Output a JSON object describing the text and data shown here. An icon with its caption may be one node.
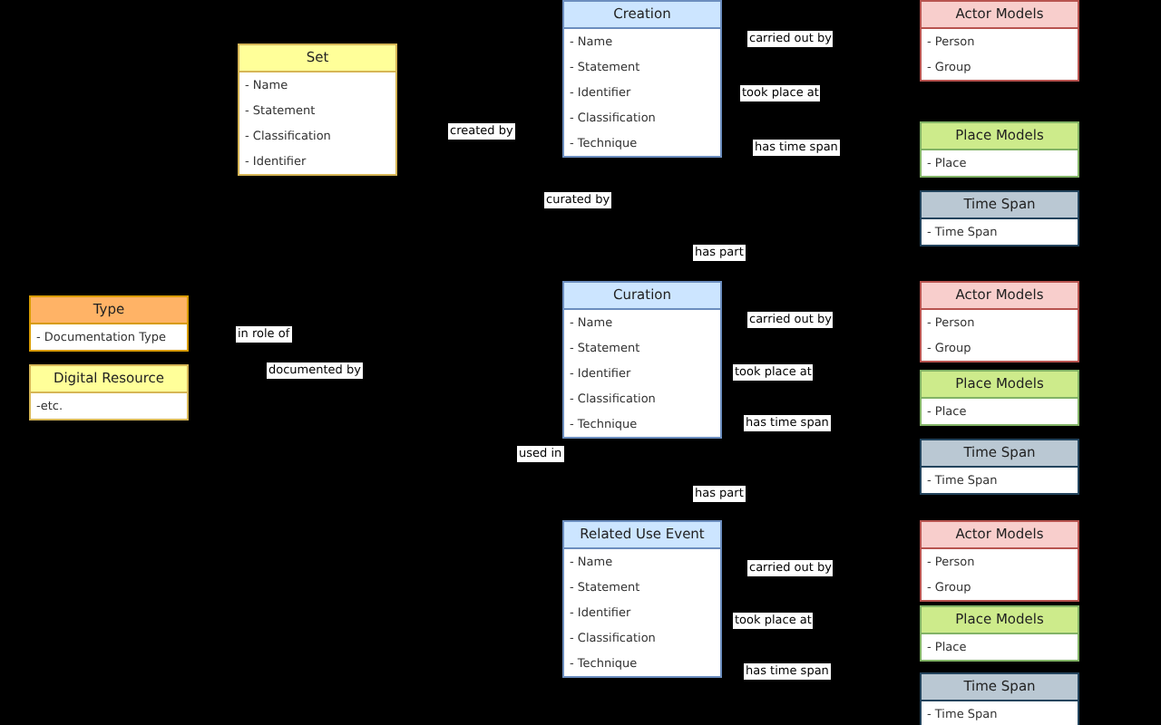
{
  "diagram": {
    "nodes": [
      {
        "text": [
          "Set",
          "- Name",
          "- Statement",
          "- Classification",
          "- Identifier"
        ]
      },
      {
        "text": [
          "Creation",
          "- Name",
          "- Statement",
          "- Identifier",
          "- Classification",
          "- Technique"
        ]
      },
      {
        "text": [
          "Actor Models",
          "- Person",
          "- Group"
        ]
      },
      {
        "text": [
          "Place Models",
          "- Place"
        ]
      },
      {
        "text": [
          "Time Span",
          "- Time Span"
        ]
      },
      {
        "text": [
          "Curation",
          "- Name",
          "- Statement",
          "- Identifier",
          "- Classification",
          "- Technique"
        ]
      },
      {
        "text": [
          "Actor Models",
          "- Person",
          "- Group"
        ]
      },
      {
        "text": [
          "Place Models",
          "- Place"
        ]
      },
      {
        "text": [
          "Time Span",
          "- Time Span"
        ]
      },
      {
        "text": [
          "Type",
          "- Documentation Type"
        ]
      },
      {
        "text": [
          "Digital Resource",
          "-etc."
        ]
      },
      {
        "text": [
          "Related Use Event",
          "- Name",
          "- Statement",
          "- Identifier",
          "- Classification",
          "- Technique"
        ]
      },
      {
        "text": [
          "Actor Models",
          "- Person",
          "- Group"
        ]
      },
      {
        "text": [
          "Place Models",
          "- Place"
        ]
      },
      {
        "text": [
          "Time Span",
          "- Time Span"
        ]
      }
    ],
    "labels": [
      "carried out by",
      "took place at",
      "created by",
      "has time span",
      "curated by",
      "has part",
      "carried out by",
      "in role of",
      "documented by",
      "took place at",
      "has time span",
      "used in",
      "has part",
      "carried out by",
      "took place at",
      "has time span"
    ]
  }
}
